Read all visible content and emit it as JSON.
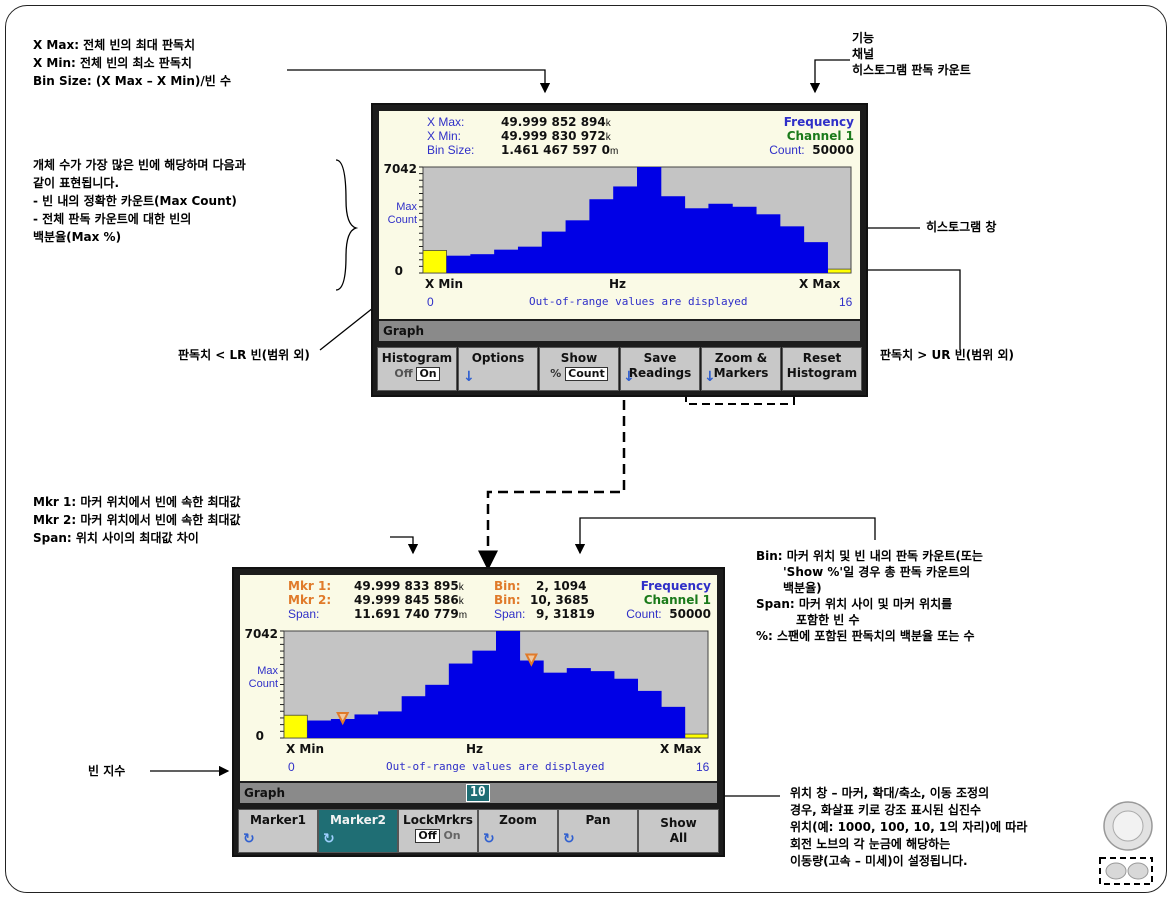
{
  "annotations": {
    "top_left": [
      "X Max: 전체 빈의 최대 판독치",
      "X Min: 전체 빈의 최소 판독치",
      "Bin Size: (X Max – X Min)/빈 수"
    ],
    "top_right": [
      "기능",
      "채널",
      "히스토그램 판독 카운트"
    ],
    "left_brace": [
      "개체 수가 가장 많은 빈에 해당하며 다음과",
      "같이 표현됩니다.",
      "",
      "- 빈 내의 정확한 카운트(Max Count)",
      "",
      "- 전체 판독 카운트에 대한 빈의",
      "  백분율(Max %)"
    ],
    "hist_window": "히스토그램 창",
    "below_lr": "판독치 < LR 빈(범위 외)",
    "above_ur": "판독치 > UR 빈(범위 외)",
    "marker_left": [
      "Mkr 1: 마커 위치에서 빈에 속한 최대값",
      "Mkr 2: 마커 위치에서 빈에 속한 최대값",
      "Span: 위치 사이의 최대값 차이"
    ],
    "bin_right": [
      "Bin: 마커 위치 및 빈 내의 판독 카운트(또는",
      "'Show %'일 경우 총 판독 카운트의",
      "백분율)",
      "",
      "Span: 마커 위치 사이 및 마커 위치를",
      "포함한 빈 수",
      "",
      "%: 스팬에 포함된 판독치의 백분율 또는 수"
    ],
    "bin_index": "빈 지수",
    "pos_window": [
      "위치 창 – 마커, 확대/축소, 이동 조정의",
      "경우, 화살표 키로 강조 표시된 십진수",
      "위치(예: 1000, 100, 10, 1의 자리)에 따라",
      "회전 노브의 각 눈금에 해당하는",
      "이동량(고속 – 미세)이 설정됩니다."
    ]
  },
  "screen1": {
    "xmax_label": "X Max:",
    "xmax_value": "49.999 852 894",
    "xmax_unit": "k",
    "xmin_label": "X Min:",
    "xmin_value": "49.999 830 972",
    "xmin_unit": "k",
    "binsize_label": "Bin Size:",
    "binsize_value": "1.461 467 597 0",
    "binsize_unit": "m",
    "function": "Frequency",
    "channel": "Channel 1",
    "count_label": "Count:",
    "count_value": "50000",
    "ymax": "7042",
    "ymin": "0",
    "ylabel1": "Max",
    "ylabel2": "Count",
    "xmin_axis": "X Min",
    "xunit": "Hz",
    "xmax_axis": "X Max",
    "bin_start": "0",
    "bin_end": "16",
    "oor_note": "Out-of-range values are displayed",
    "graph_label": "Graph",
    "softkeys": [
      {
        "label": "Histogram",
        "opt1": "Off",
        "opt2": "On"
      },
      {
        "label": "Options"
      },
      {
        "label": "Show",
        "opt1": "%",
        "opt2": "Count"
      },
      {
        "label": "Save",
        "label2": "Readings"
      },
      {
        "label": "Zoom &",
        "label2": "Markers"
      },
      {
        "label": "Reset",
        "label2": "Histogram"
      }
    ]
  },
  "screen2": {
    "mkr1_label": "Mkr 1:",
    "mkr1_value": "49.999 833 895",
    "mkr1_unit": "k",
    "mkr2_label": "Mkr 2:",
    "mkr2_value": "49.999 845 586",
    "mkr2_unit": "k",
    "span_label": "Span:",
    "span_value": "11.691 740 779",
    "span_unit": "m",
    "bin1_label": "Bin:",
    "bin1_value": "2,  1094",
    "bin2_label": "Bin:",
    "bin2_value": "10,  3685",
    "span2_label": "Span:",
    "span2_value": "9, 31819",
    "function": "Frequency",
    "channel": "Channel 1",
    "count_label": "Count:",
    "count_value": "50000",
    "ymax": "7042",
    "ymin": "0",
    "ylabel1": "Max",
    "ylabel2": "Count",
    "xmin_axis": "X Min",
    "xunit": "Hz",
    "xmax_axis": "X Max",
    "bin_start": "0",
    "bin_end": "16",
    "oor_note": "Out-of-range values are displayed",
    "graph_label": "Graph",
    "position_value": "10",
    "softkeys": [
      {
        "label": "Marker1"
      },
      {
        "label": "Marker2"
      },
      {
        "label": "LockMrkrs",
        "opt1": "Off",
        "opt2": "On"
      },
      {
        "label": "Zoom"
      },
      {
        "label": "Pan"
      },
      {
        "label": "Show",
        "label2": "All"
      }
    ]
  },
  "colors": {
    "bars": "#0000e6",
    "outofrange": "#ffff00",
    "plot_bg": "#c4c4c4",
    "selected_key": "#1f6e74",
    "marker": "#e07a2a"
  },
  "chart_data": {
    "type": "bar",
    "ymax": 7042,
    "lr_bin": 1500,
    "ur_bin": 260,
    "values": [
      1150,
      1250,
      1550,
      1750,
      2750,
      3500,
      4900,
      5750,
      7042,
      5100,
      4300,
      4600,
      4400,
      3900,
      3100,
      2050
    ]
  }
}
